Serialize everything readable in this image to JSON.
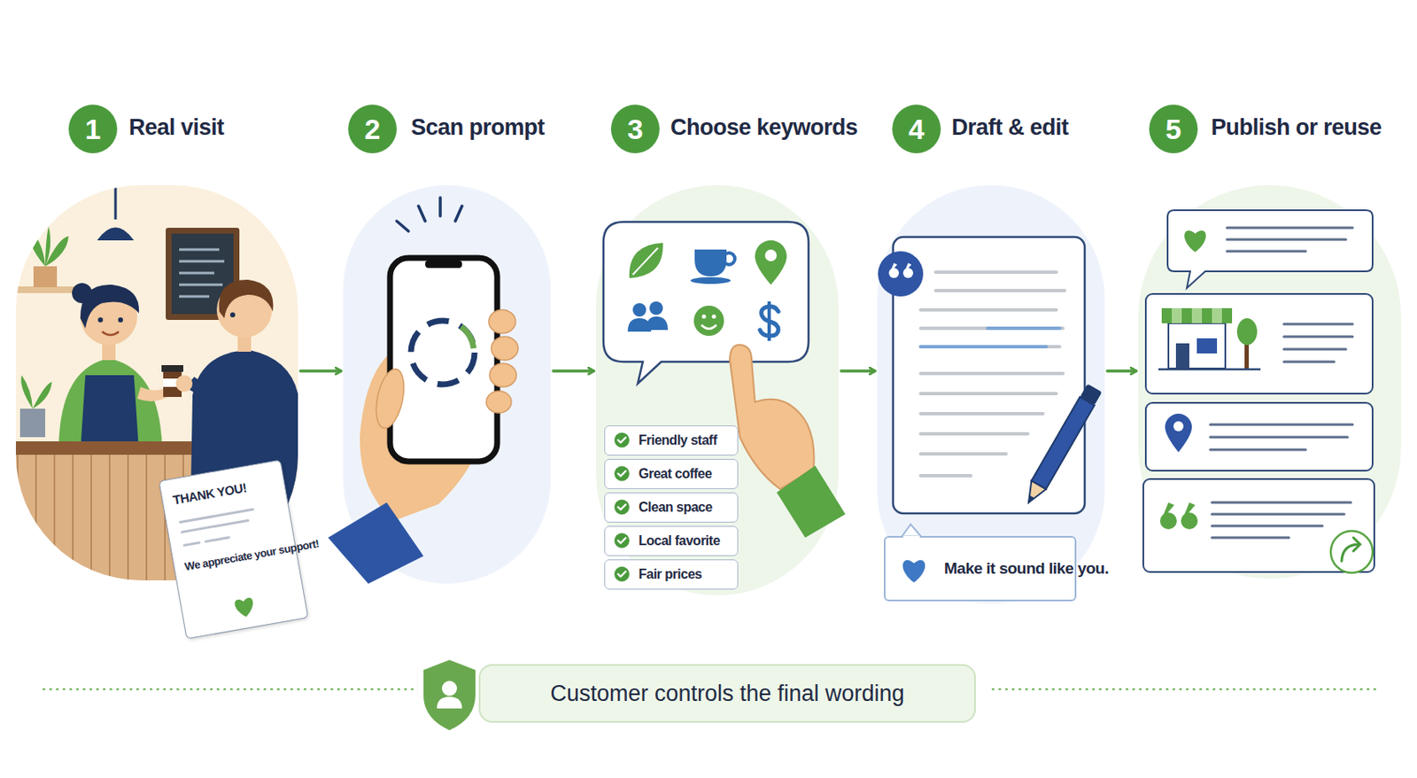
{
  "diagram": {
    "nodes": [
      {
        "text": [
          "1"
        ]
      },
      {
        "text": [
          "Real visit"
        ]
      },
      {
        "text": [
          "THANK YOU!",
          "We appreciate your support!"
        ],
        "in": 1
      },
      {
        "text": [
          "2"
        ]
      },
      {
        "text": [
          "Scan prompt"
        ]
      },
      {
        "text": [
          "3"
        ]
      },
      {
        "text": [
          "Choose keywords"
        ]
      },
      {
        "text": [
          "Friendly staff"
        ],
        "in": 6
      },
      {
        "text": [
          "Great coffee"
        ],
        "in": 6
      },
      {
        "text": [
          "Clean space"
        ],
        "in": 6
      },
      {
        "text": [
          "Local favorite"
        ],
        "in": 6
      },
      {
        "text": [
          "Fair prices"
        ],
        "in": 6
      },
      {
        "text": [
          "4"
        ]
      },
      {
        "text": [
          "Draft & edit"
        ]
      },
      {
        "text": [
          "Make it sound like you."
        ],
        "in": 13
      },
      {
        "text": [
          "5"
        ]
      },
      {
        "text": [
          "Publish or reuse"
        ]
      },
      {
        "text": [
          "Customer controls the final wording"
        ]
      }
    ],
    "edges": [
      {
        "from": 1,
        "to": 4,
        "arrow": "to"
      },
      {
        "from": 4,
        "to": 6,
        "arrow": "to"
      },
      {
        "from": 6,
        "to": 13,
        "arrow": "to"
      },
      {
        "from": 13,
        "to": 16,
        "arrow": "to"
      }
    ]
  }
}
